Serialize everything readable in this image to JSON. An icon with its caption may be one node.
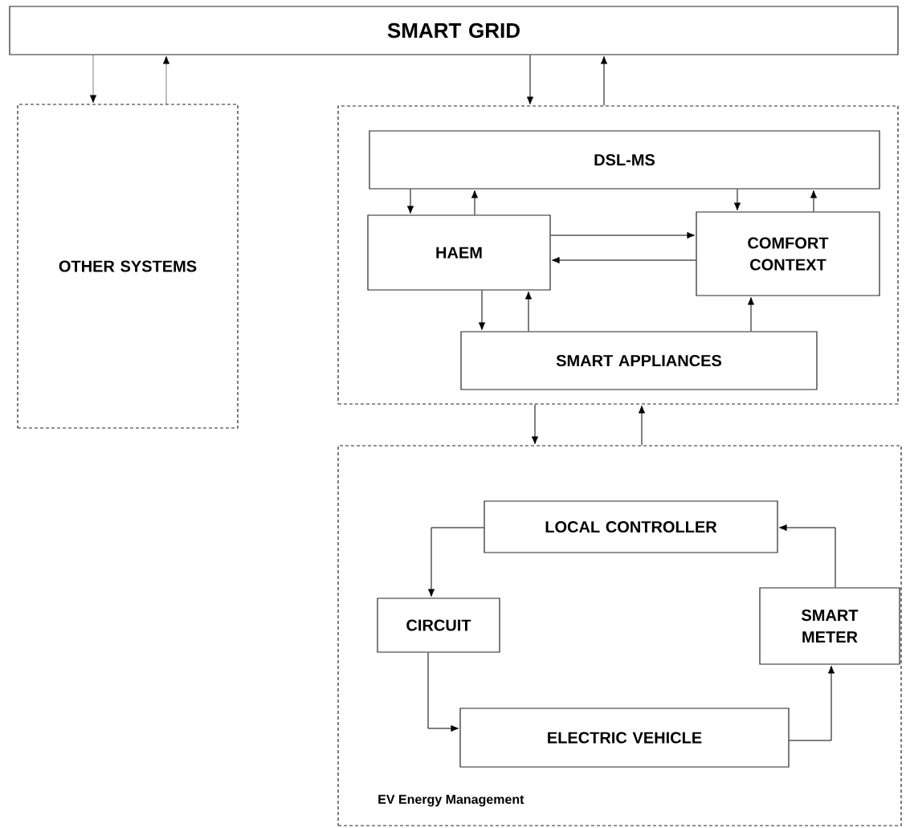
{
  "diagram": {
    "nodes": [
      {
        "text": [
          "SMART GRID"
        ]
      },
      {
        "text": [
          "OTHER SYSTEMS"
        ]
      },
      {
        "text": [],
        "shape": "box"
      },
      {
        "text": [
          "DSL-MS"
        ],
        "in": 2
      },
      {
        "text": [
          "HAEM"
        ],
        "in": 2
      },
      {
        "text": [
          "COMFORT CONTEXT"
        ],
        "in": 2
      },
      {
        "text": [
          "SMART APPLIANCES"
        ],
        "in": 2
      },
      {
        "text": [
          "EV Energy Management"
        ]
      },
      {
        "text": [
          "LOCAL CONTROLLER"
        ],
        "in": 7
      },
      {
        "text": [
          "CIRCUIT"
        ],
        "in": 7
      },
      {
        "text": [
          "SMART METER"
        ],
        "in": 7
      },
      {
        "text": [
          "ELECTRIC VEHICLE"
        ],
        "in": 7
      }
    ],
    "edges": [
      {
        "from": 0,
        "to": 1,
        "arrow": "to",
        "style": "dashed"
      },
      {
        "from": 1,
        "to": 0,
        "arrow": "to",
        "style": "dashed"
      },
      {
        "from": 0,
        "to": 2,
        "arrow": "to"
      },
      {
        "from": 2,
        "to": 0,
        "arrow": "to"
      },
      {
        "from": 3,
        "to": 4,
        "arrow": "to"
      },
      {
        "from": 4,
        "to": 3,
        "arrow": "to"
      },
      {
        "from": 3,
        "to": 5,
        "arrow": "to"
      },
      {
        "from": 5,
        "to": 3,
        "arrow": "to"
      },
      {
        "from": 4,
        "to": 5,
        "arrow": "to"
      },
      {
        "from": 5,
        "to": 4,
        "arrow": "to"
      },
      {
        "from": 4,
        "to": 6,
        "arrow": "to"
      },
      {
        "from": 6,
        "to": 4,
        "arrow": "to"
      },
      {
        "from": 6,
        "to": 5,
        "arrow": "to"
      },
      {
        "from": 2,
        "to": 7,
        "arrow": "to"
      },
      {
        "from": 7,
        "to": 2,
        "arrow": "to"
      },
      {
        "from": 8,
        "to": 9,
        "arrow": "to"
      },
      {
        "from": 9,
        "to": 11,
        "arrow": "to"
      },
      {
        "from": 11,
        "to": 10,
        "arrow": "to"
      },
      {
        "from": 10,
        "to": 8,
        "arrow": "to"
      }
    ]
  }
}
